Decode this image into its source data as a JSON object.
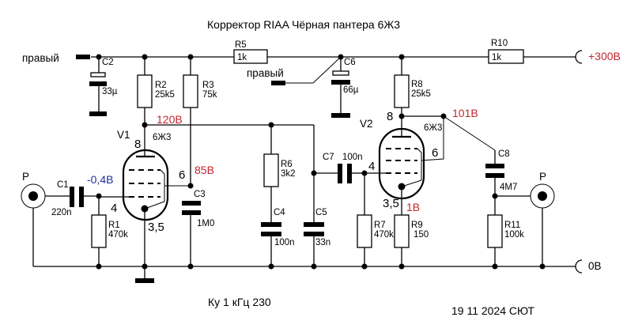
{
  "title": "Корректор RIAA Чёрная пантера 6Ж3",
  "footer": {
    "gain_note": "Ку 1 кГц  230",
    "date_author": "19 11 2024 СЮТ"
  },
  "colors": {
    "voltage_positive": "#c4262e",
    "voltage_negative": "#1c2f9e"
  },
  "supply": {
    "plus_label": "+300В",
    "ground_label": "0В"
  },
  "channel_labels": {
    "left": "правый",
    "middle": "правый"
  },
  "connectors": {
    "input": "P",
    "output": "P"
  },
  "tubes": [
    {
      "ref": "V1",
      "type": "6Ж3",
      "pin_anode": "8",
      "pin_g2": "6",
      "pin_grid": "4",
      "pin_cathode": "3,5"
    },
    {
      "ref": "V2",
      "type": "6Ж3",
      "pin_anode": "8",
      "pin_g2": "6",
      "pin_grid": "4",
      "pin_cathode": "3,5"
    }
  ],
  "voltages": {
    "v1_grid": "-0,4В",
    "v1_anode": "120В",
    "v1_screen": "85В",
    "v2_anode": "101В",
    "v2_cathode": "1В"
  },
  "components": {
    "C1": {
      "ref": "C1",
      "value": "220n"
    },
    "C2": {
      "ref": "C2",
      "value": "33µ"
    },
    "C3": {
      "ref": "C3",
      "value": "1M0"
    },
    "C4": {
      "ref": "C4",
      "value": "100n"
    },
    "C5": {
      "ref": "C5",
      "value": "33n"
    },
    "C6": {
      "ref": "C6",
      "value": "66µ"
    },
    "C7": {
      "ref": "C7",
      "value": "100n"
    },
    "C8": {
      "ref": "C8",
      "value": "4M7"
    },
    "R1": {
      "ref": "R1",
      "value": "470k"
    },
    "R2": {
      "ref": "R2",
      "value": "25k5"
    },
    "R3": {
      "ref": "R3",
      "value": "75k"
    },
    "R5": {
      "ref": "R5",
      "value": "1k"
    },
    "R6": {
      "ref": "R6",
      "value": "3k2"
    },
    "R7": {
      "ref": "R7",
      "value": "470k"
    },
    "R8": {
      "ref": "R8",
      "value": "25k5"
    },
    "R9": {
      "ref": "R9",
      "value": "150"
    },
    "R10": {
      "ref": "R10",
      "value": "1k"
    },
    "R11": {
      "ref": "R11",
      "value": "100k"
    }
  }
}
